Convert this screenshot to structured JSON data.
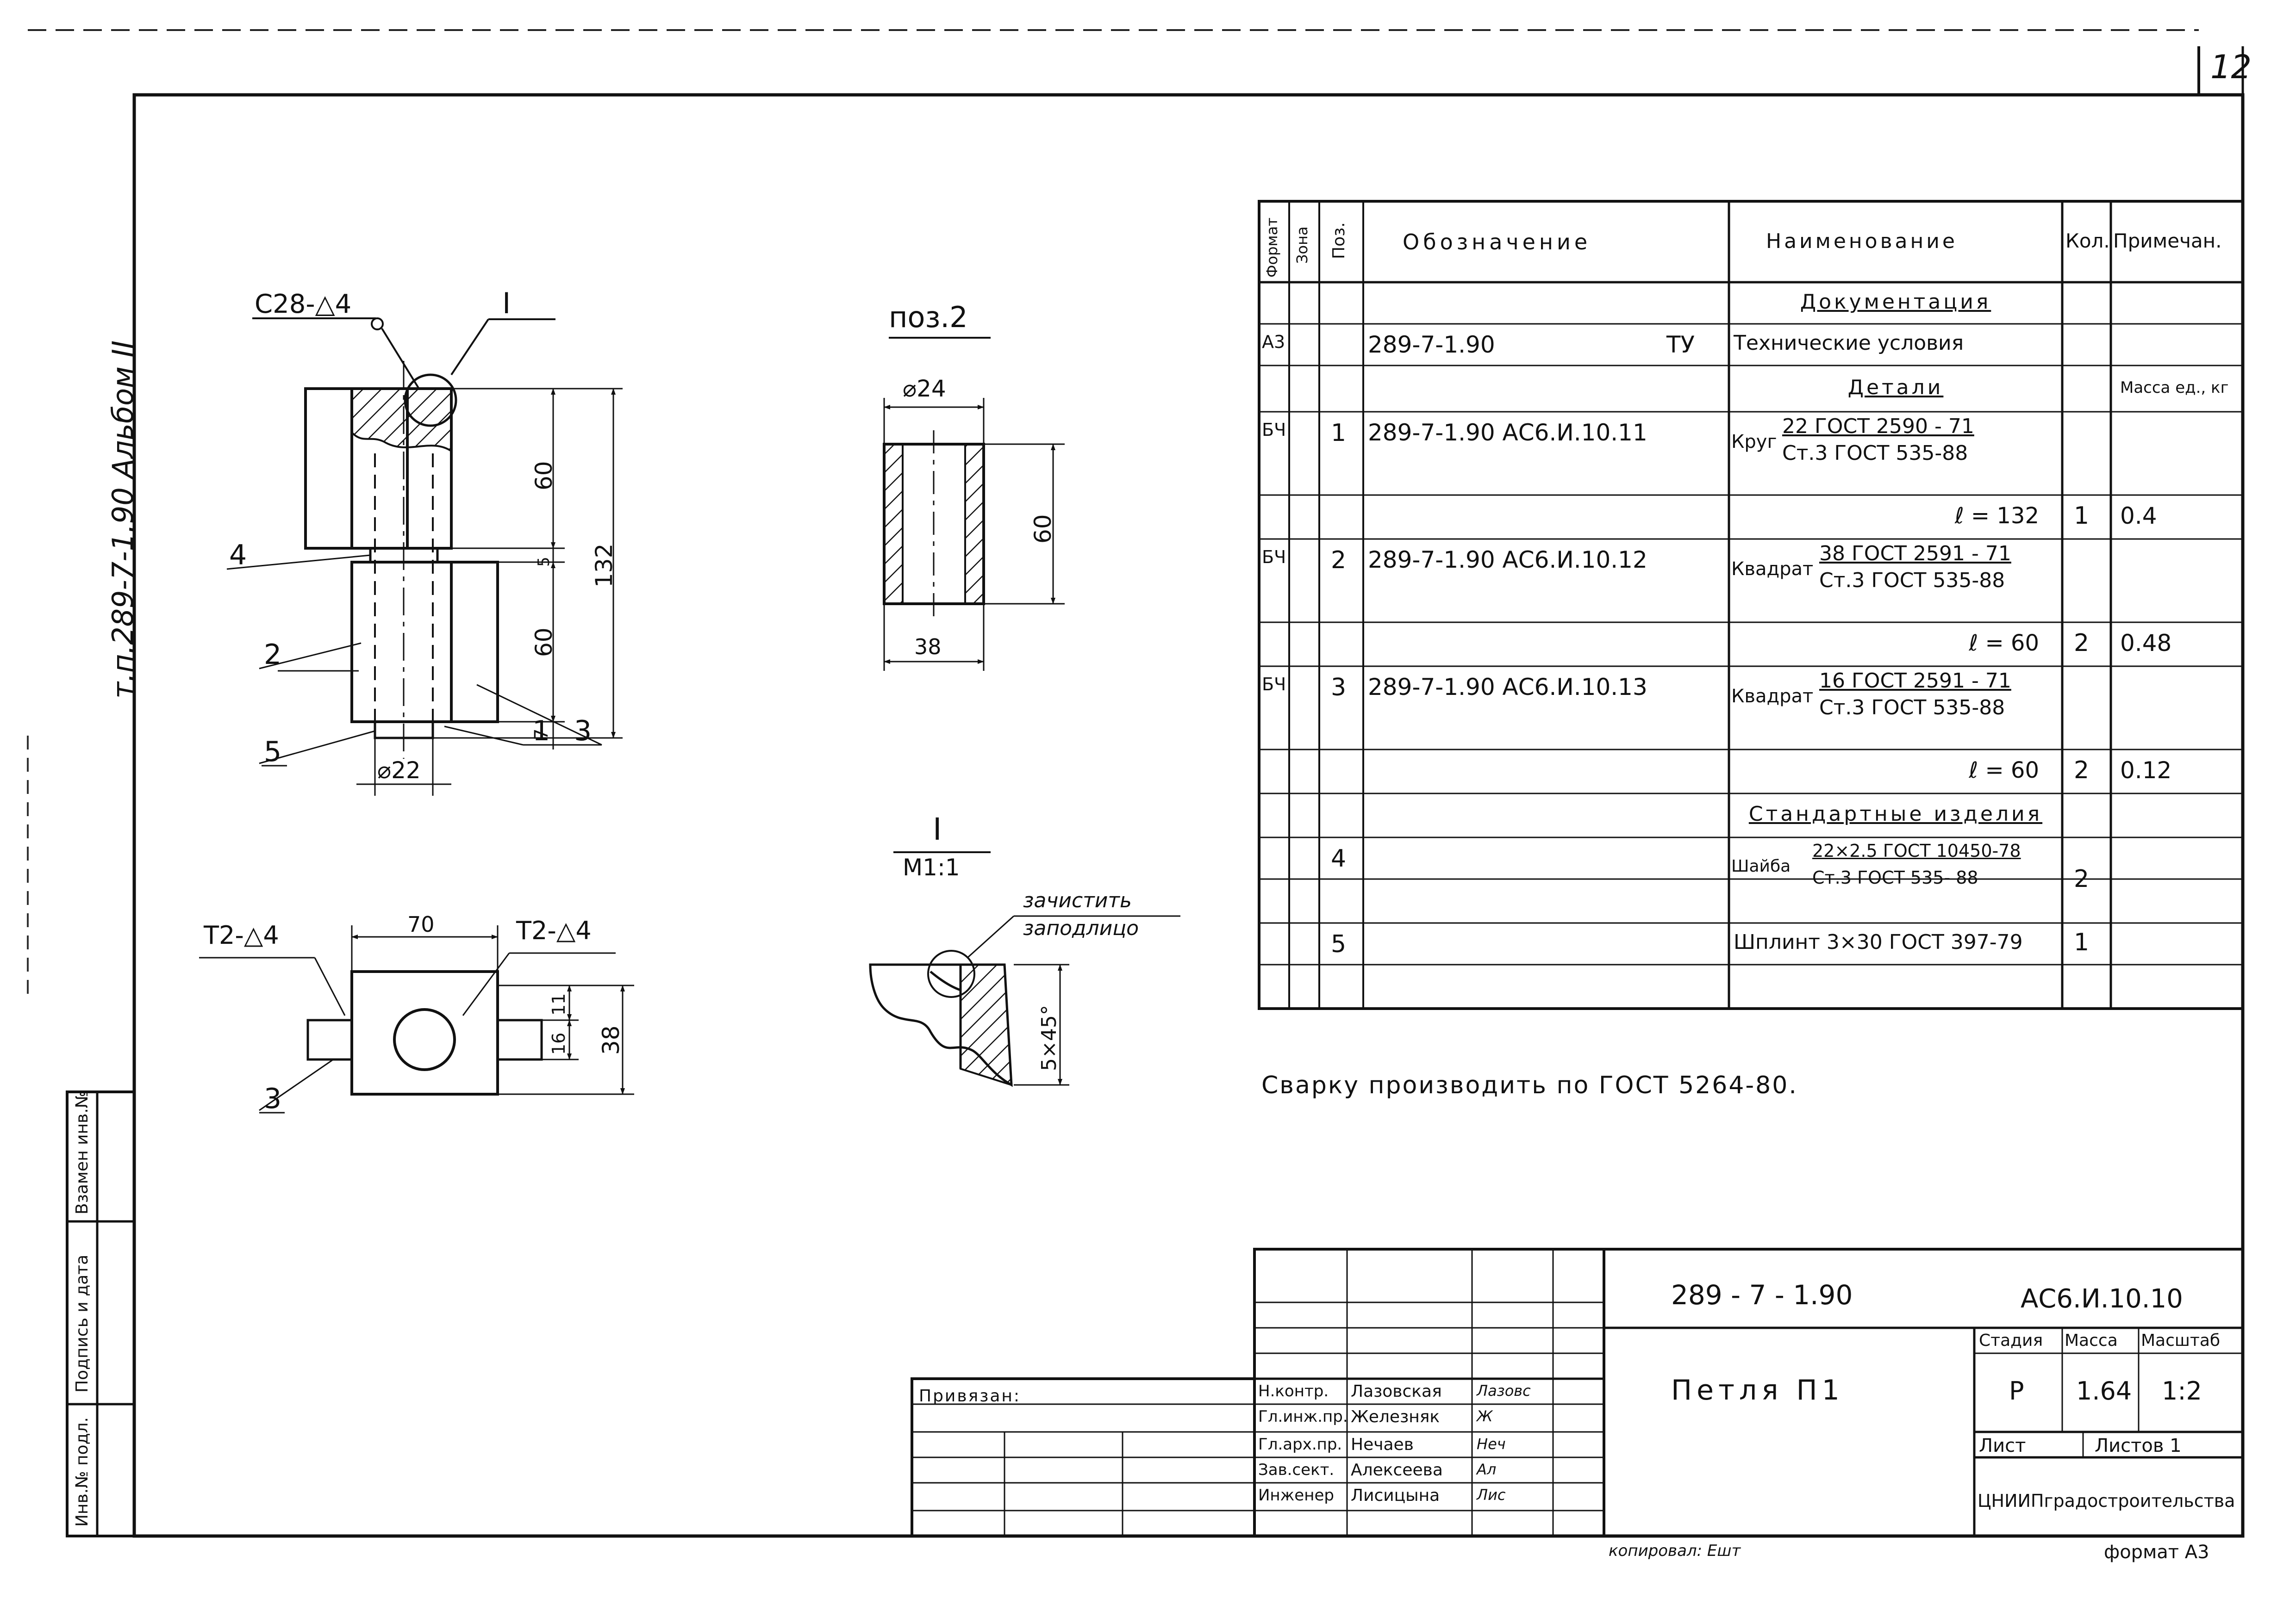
{
  "sheet": {
    "number": "12",
    "left_margin_title": "т.п.289-7-1.90 Альбом II",
    "stamp_columns": [
      "Инв.№ подл.",
      "Подпись и дата",
      "Взамен инв.№"
    ],
    "footer_copied": "копировал: Ешт",
    "footer_format": "формат А3"
  },
  "drawing": {
    "main_view": {
      "weld_top": "С28-△4",
      "detail_ref": "I",
      "dim_60_top": "60",
      "dim_gap": "5",
      "dim_60_bottom": "60",
      "dim_7": "7",
      "dim_132": "132",
      "dia_22": "⌀22",
      "callouts": [
        "4",
        "2",
        "5",
        "1",
        "3"
      ]
    },
    "pos2": {
      "title": "поз.2",
      "dia_24": "⌀24",
      "dim_60": "60",
      "dim_38": "38"
    },
    "detail_I": {
      "title": "I",
      "scale": "М1:1",
      "note_1": "зачистить",
      "note_2": "заподлицо",
      "chamfer": "5×45°"
    },
    "plan_view": {
      "weld_left": "Т2-△4",
      "weld_right": "Т2-△4",
      "dim_70": "70",
      "dim_11": "11",
      "dim_16": "16",
      "dim_38": "38",
      "callout": "3"
    },
    "weld_note": "Сварку производить по ГОСТ 5264-80."
  },
  "spec": {
    "headers": {
      "format": "Формат",
      "zone": "Зона",
      "pos": "Поз.",
      "designation": "Обозначение",
      "name": "Наименование",
      "qty": "Кол.",
      "note": "Примечан."
    },
    "rows": [
      {
        "format": "",
        "pos": "",
        "designation": "",
        "designation_suffix": "",
        "name": "Документация",
        "name_style": "section",
        "qty": "",
        "note": ""
      },
      {
        "format": "А3",
        "pos": "",
        "designation": "289-7-1.90",
        "designation_suffix": "ТУ",
        "name": "Технические условия",
        "name_style": "plain",
        "qty": "",
        "note": ""
      },
      {
        "format": "",
        "pos": "",
        "designation": "",
        "designation_suffix": "",
        "name": "Детали",
        "name_style": "section",
        "qty": "",
        "note": "Масса ед., кг"
      },
      {
        "format": "БЧ",
        "pos": "1",
        "designation": "289-7-1.90 АС6.И.10.11",
        "designation_suffix": "",
        "name_prefix": "Круг",
        "name_top": "22 ГОСТ 2590 - 71",
        "name_bottom": "Ст.3 ГОСТ 535-88",
        "name_style": "fraction",
        "qty": "",
        "note": ""
      },
      {
        "format": "",
        "pos": "",
        "designation": "",
        "designation_suffix": "",
        "name": "ℓ = 132",
        "name_style": "right",
        "qty": "1",
        "note": "0.4"
      },
      {
        "format": "БЧ",
        "pos": "2",
        "designation": "289-7-1.90 АС6.И.10.12",
        "designation_suffix": "",
        "name_prefix": "Квадрат",
        "name_top": "38 ГОСТ 2591 - 71",
        "name_bottom": "Ст.3 ГОСТ 535-88",
        "name_style": "fraction",
        "qty": "",
        "note": ""
      },
      {
        "format": "",
        "pos": "",
        "designation": "",
        "designation_suffix": "",
        "name": "ℓ = 60",
        "name_style": "right",
        "qty": "2",
        "note": "0.48"
      },
      {
        "format": "БЧ",
        "pos": "3",
        "designation": "289-7-1.90 АС6.И.10.13",
        "designation_suffix": "",
        "name_prefix": "Квадрат",
        "name_top": "16 ГОСТ 2591 - 71",
        "name_bottom": "Ст.3 ГОСТ 535-88",
        "name_style": "fraction",
        "qty": "",
        "note": ""
      },
      {
        "format": "",
        "pos": "",
        "designation": "",
        "designation_suffix": "",
        "name": "ℓ = 60",
        "name_style": "right",
        "qty": "2",
        "note": "0.12"
      },
      {
        "format": "",
        "pos": "",
        "designation": "",
        "designation_suffix": "",
        "name": "Стандартные изделия",
        "name_style": "section",
        "qty": "",
        "note": ""
      },
      {
        "format": "",
        "pos": "4",
        "designation": "",
        "designation_suffix": "",
        "name_prefix": "Шайба",
        "name_top": "22×2.5 ГОСТ 10450-78",
        "name_bottom": "Ст.3 ГОСТ 535- 88",
        "name_style": "fraction2",
        "qty": "2",
        "note": ""
      },
      {
        "format": "",
        "pos": "5",
        "designation": "",
        "designation_suffix": "",
        "name": "Шплинт 3×30 ГОСТ 397-79",
        "name_style": "plain",
        "qty": "1",
        "note": ""
      },
      {
        "format": "",
        "pos": "",
        "designation": "",
        "designation_suffix": "",
        "name": "",
        "name_style": "plain",
        "qty": "",
        "note": ""
      }
    ]
  },
  "title_block": {
    "code": "289 - 7 - 1.90",
    "doc": "АС6.И.10.10",
    "name": "Петля П1",
    "stage_h": "Стадия",
    "mass_h": "Масса",
    "scale_h": "Масштаб",
    "stage": "Р",
    "mass": "1.64",
    "scale": "1:2",
    "sheet_h": "Лист",
    "sheets_h": "Листов 1",
    "org": "ЦНИИПградостроительства",
    "bound": "Привязан:",
    "people": [
      {
        "role": "Н.контр.",
        "name": "Лазовская",
        "sign": "Лазовс"
      },
      {
        "role": "Гл.инж.пр.",
        "name": "Железняк",
        "sign": "Ж"
      },
      {
        "role": "Гл.арх.пр.",
        "name": "Нечаев",
        "sign": "Неч"
      },
      {
        "role": "Зав.сект.",
        "name": "Алексеева",
        "sign": "Ал"
      },
      {
        "role": "Инженер",
        "name": "Лисицына",
        "sign": "Лис"
      }
    ]
  }
}
